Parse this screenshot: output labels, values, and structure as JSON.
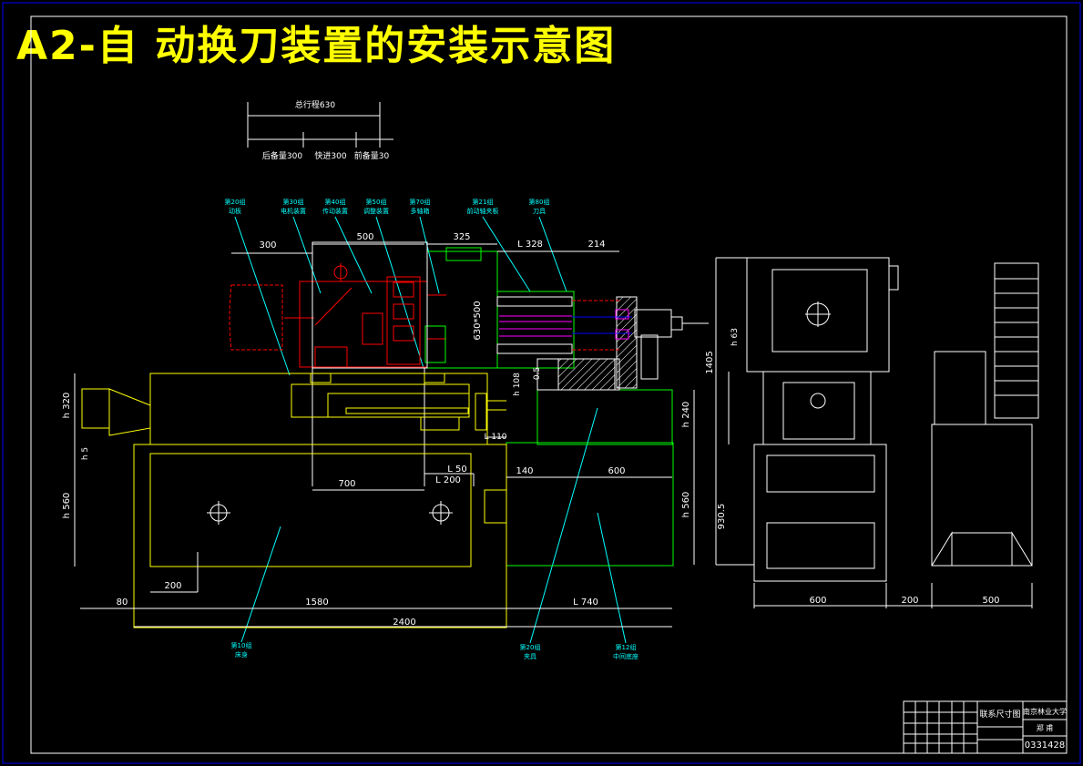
{
  "title": "A2-自 动换刀装置的安装示意图",
  "stroke_labels": {
    "total": "总行程630",
    "rear": "后备量300",
    "fast": "快进300",
    "front": "前备量30"
  },
  "callouts": {
    "c1": [
      "第20组",
      "动板"
    ],
    "c2": [
      "第30组",
      "电机装置"
    ],
    "c3": [
      "第40组",
      "传动装置"
    ],
    "c4": [
      "第50组",
      "调整装置"
    ],
    "c5": [
      "第70组",
      "多轴箱"
    ],
    "c6": [
      "第21组",
      "前动轴夹板"
    ],
    "c7": [
      "第80组",
      "刀具"
    ],
    "c8": [
      "第10组",
      "床身"
    ],
    "c9": [
      "第20组",
      "夹具"
    ],
    "c10": [
      "第12组",
      "中间底座"
    ]
  },
  "dims": {
    "d300": "300",
    "d500": "500",
    "d325": "325",
    "d328": "L 328",
    "d214": "214",
    "d630x500": "630*500",
    "dh108": "h 108",
    "d05": "0.5",
    "dh320": "h 320",
    "dh5": "h 5",
    "dh560a": "h 560",
    "dh240": "h 240",
    "dL110": "L 110",
    "dL50": "L 50",
    "dL200": "L 200",
    "d700": "700",
    "d140": "140",
    "d600a": "600",
    "dh560b": "h 560",
    "d200a": "200",
    "d80": "80",
    "d1580": "1580",
    "dL740": "L 740",
    "d2400": "2400",
    "dh63": "h 63",
    "d1405": "1405",
    "d930": "930.5",
    "d600b": "600",
    "d200b": "200",
    "d500b": "500"
  },
  "title_block": {
    "drawing_name": "联系尺寸图",
    "school": "南京林业大学",
    "drafter": "郑 甫",
    "number": "0331428"
  },
  "colors": {
    "frame": "#0000ff",
    "yellow": "#ffff00",
    "cyan": "#00ffff",
    "red": "#ff0000",
    "green": "#00ff00",
    "white": "#ffffff",
    "magenta": "#ff00ff"
  }
}
